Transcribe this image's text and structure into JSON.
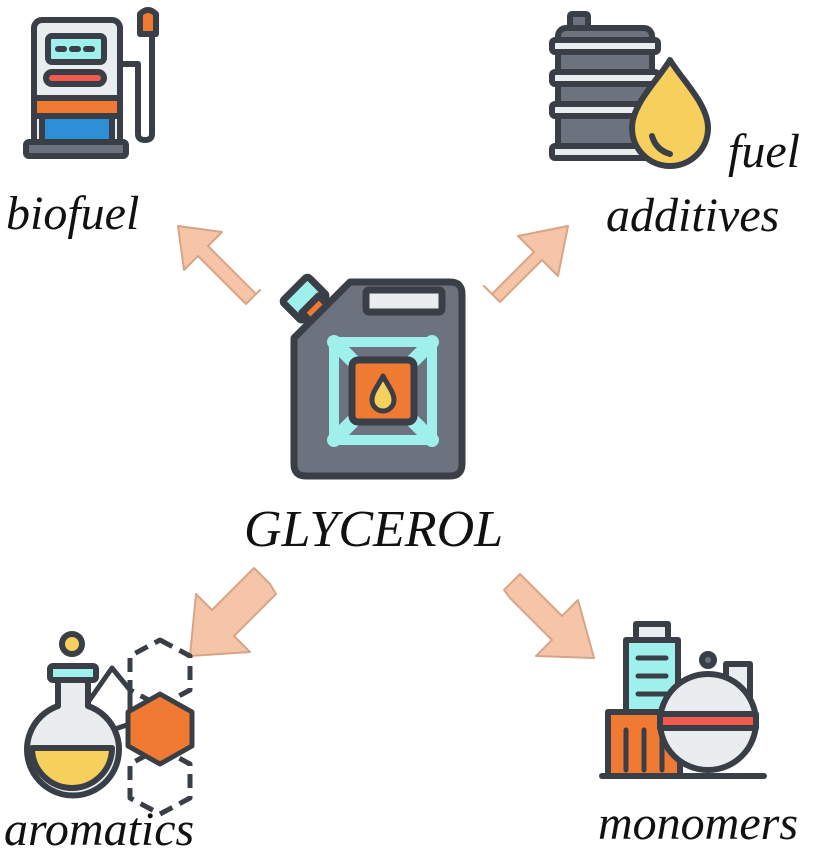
{
  "center": {
    "label": "GLYCEROL"
  },
  "products": {
    "biofuel": "biofuel",
    "fuel_additives_line1": "fuel",
    "fuel_additives_line2": "additives",
    "aromatics": "aromatics",
    "monomers": "monomers"
  },
  "colors": {
    "outline": "#3a3f47",
    "can_body": "#6c737e",
    "can_accent": "#9ff0ec",
    "orange": "#f07a32",
    "arrow_fill": "#f6c5a8",
    "arrow_stroke": "#d6a486",
    "yellow": "#f7cf5c",
    "pump_blue": "#2e8fd8",
    "pump_red": "#f05a4f",
    "light_gray": "#e9edf0"
  },
  "icons": [
    "fuel-pump-icon",
    "oil-barrel-icon",
    "oil-drop-icon",
    "jerrycan-icon",
    "flask-molecule-icon",
    "factory-icon"
  ]
}
